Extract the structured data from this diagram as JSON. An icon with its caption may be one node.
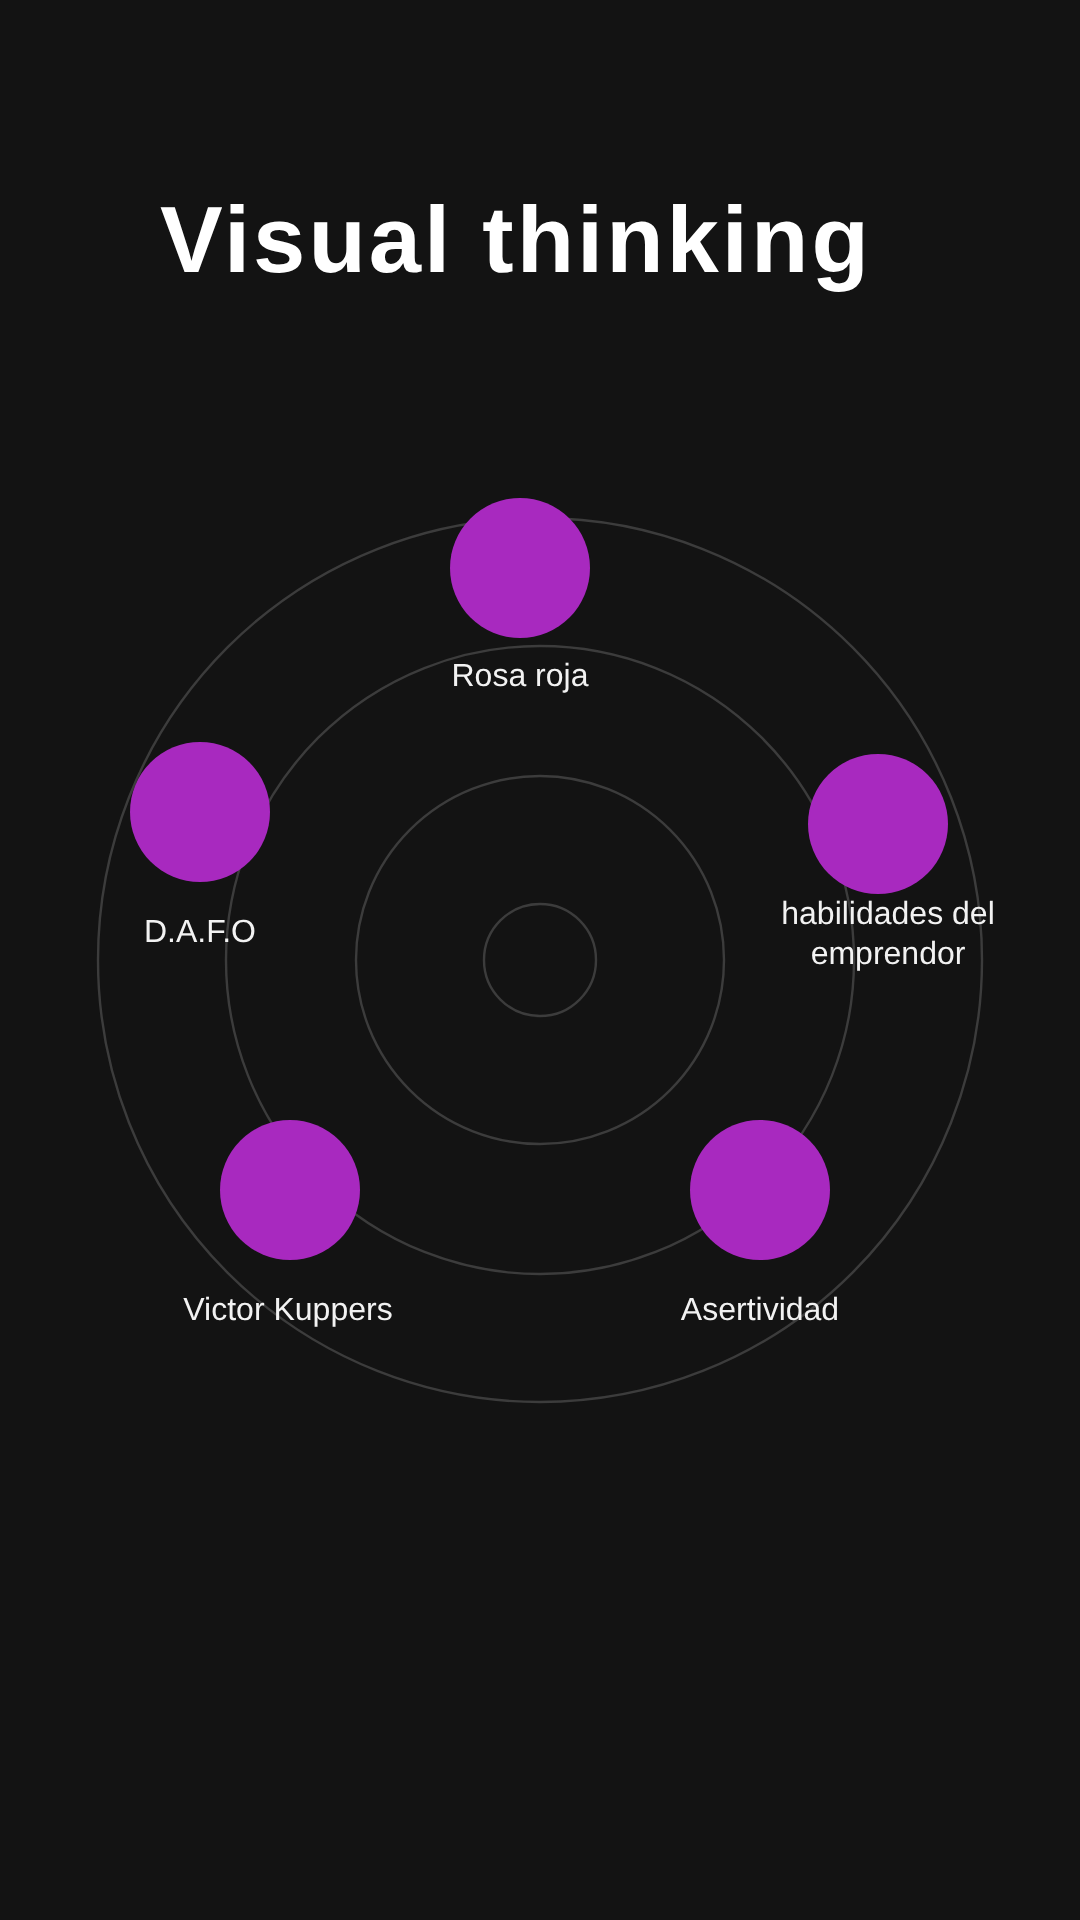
{
  "diagram": {
    "title": "Visual thinking",
    "nodes": [
      {
        "text": [
          "Rosa roja"
        ]
      },
      {
        "text": [
          "D.A.F.O"
        ]
      },
      {
        "text": [
          "habilidades del emprendor"
        ]
      },
      {
        "text": [
          "Victor Kuppers"
        ]
      },
      {
        "text": [
          "Asertividad"
        ]
      }
    ],
    "edges": []
  }
}
